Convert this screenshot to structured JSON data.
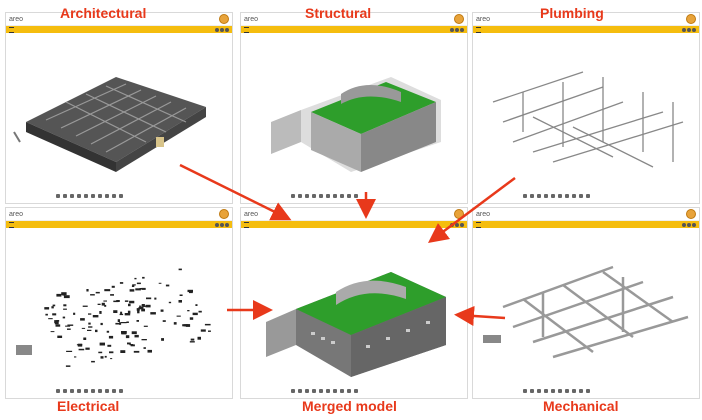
{
  "labels": {
    "architectural": "Architectural",
    "structural": "Structural",
    "plumbing": "Plumbing",
    "electrical": "Electrical",
    "merged": "Merged model",
    "mechanical": "Mechanical"
  },
  "app": {
    "brand": "areo"
  },
  "colors": {
    "accent_yellow": "#f5bd0e",
    "label_red": "#e8391b",
    "roof_green": "#2e9e2b",
    "building_gray": "#8a8a8a"
  },
  "toolbar_icons": [
    "box-icon",
    "camera-icon",
    "folder-icon",
    "list-icon",
    "clock-icon",
    "layers-icon",
    "back-icon",
    "grid-icon",
    "eye-icon",
    "fullscreen-icon"
  ]
}
